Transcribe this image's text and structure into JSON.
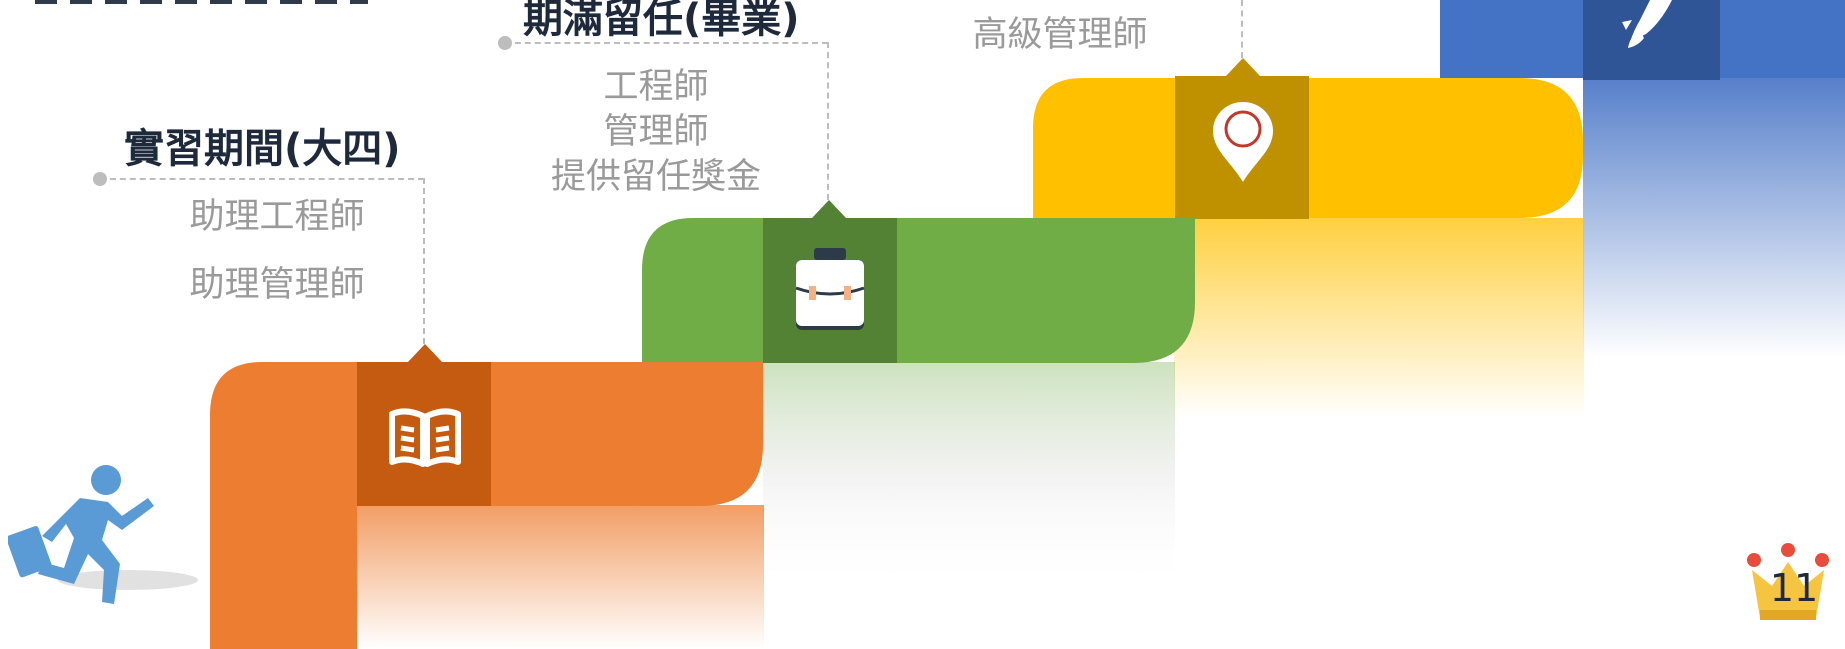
{
  "stages": [
    {
      "title": "實習期間(大四)",
      "roles": [
        "助理工程師",
        "助理管理師"
      ]
    },
    {
      "title": "期滿留任(畢業)",
      "roles": [
        "工程師",
        "管理師",
        "提供留任獎金"
      ]
    },
    {
      "title": "",
      "roles": [
        "高級管理師"
      ]
    }
  ],
  "icons": {
    "stage1": "book-icon",
    "stage2": "briefcase-icon",
    "stage3": "location-pin-icon",
    "stage4": "rocket-icon",
    "runner": "running-person-icon",
    "crown": "crown-icon"
  },
  "colors": {
    "orange": "#ED7D31",
    "orange_dark": "#C55A11",
    "green": "#70AD47",
    "green_dark": "#548235",
    "yellow": "#FFC000",
    "yellow_dark": "#BF9000",
    "blue": "#4472C4",
    "blue_dark": "#2F5597"
  },
  "page_number": "11"
}
